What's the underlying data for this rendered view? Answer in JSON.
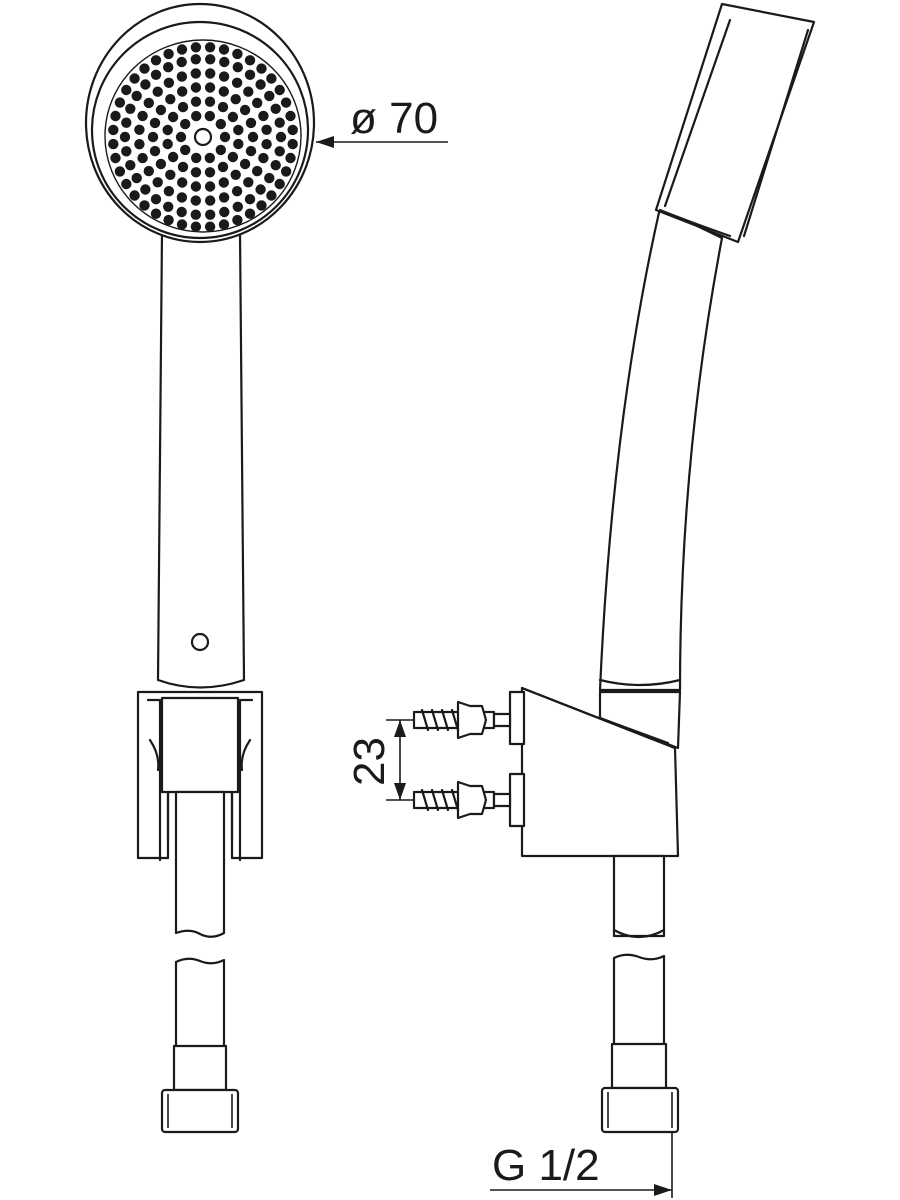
{
  "dimensions": {
    "diameter": "ø 70",
    "spacing": "23",
    "thread": "G 1/2"
  }
}
